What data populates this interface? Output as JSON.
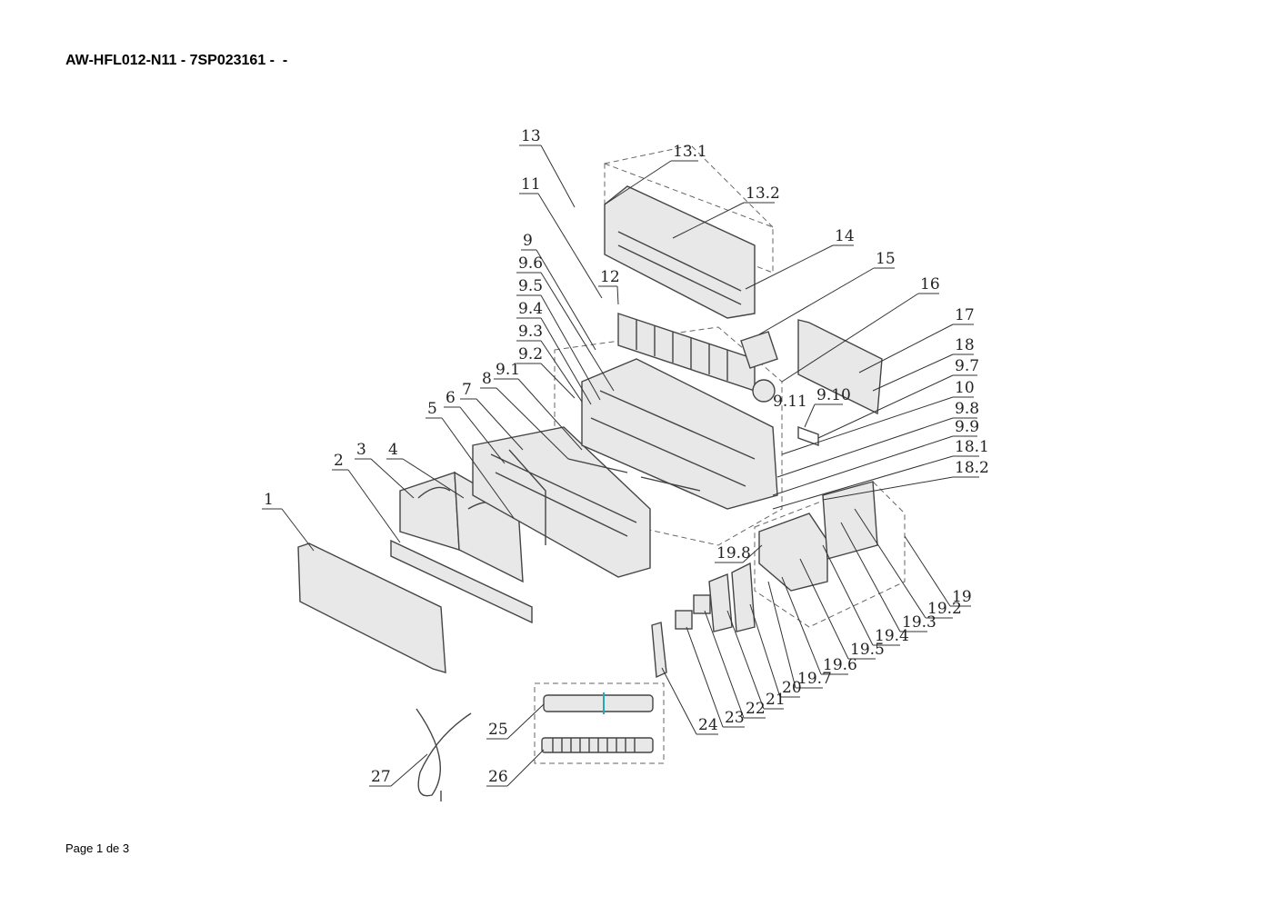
{
  "header": {
    "title": "AW-HFL012-N11 - 7SP023161 -  -"
  },
  "footer": {
    "page": "Page 1 de 3"
  },
  "diagram": {
    "labels": [
      "1",
      "2",
      "3",
      "4",
      "5",
      "6",
      "7",
      "8",
      "9.1",
      "9.2",
      "9.3",
      "9.4",
      "9.5",
      "9.6",
      "9",
      "11",
      "12",
      "13",
      "13.1",
      "13.2",
      "14",
      "15",
      "16",
      "17",
      "18",
      "9.7",
      "10",
      "9.8",
      "9.9",
      "18.1",
      "18.2",
      "9.11",
      "9.10",
      "19.8",
      "19",
      "19.2",
      "19.3",
      "19.4",
      "19.5",
      "19.6",
      "19.7",
      "20",
      "21",
      "22",
      "23",
      "24",
      "25",
      "26",
      "27"
    ]
  }
}
